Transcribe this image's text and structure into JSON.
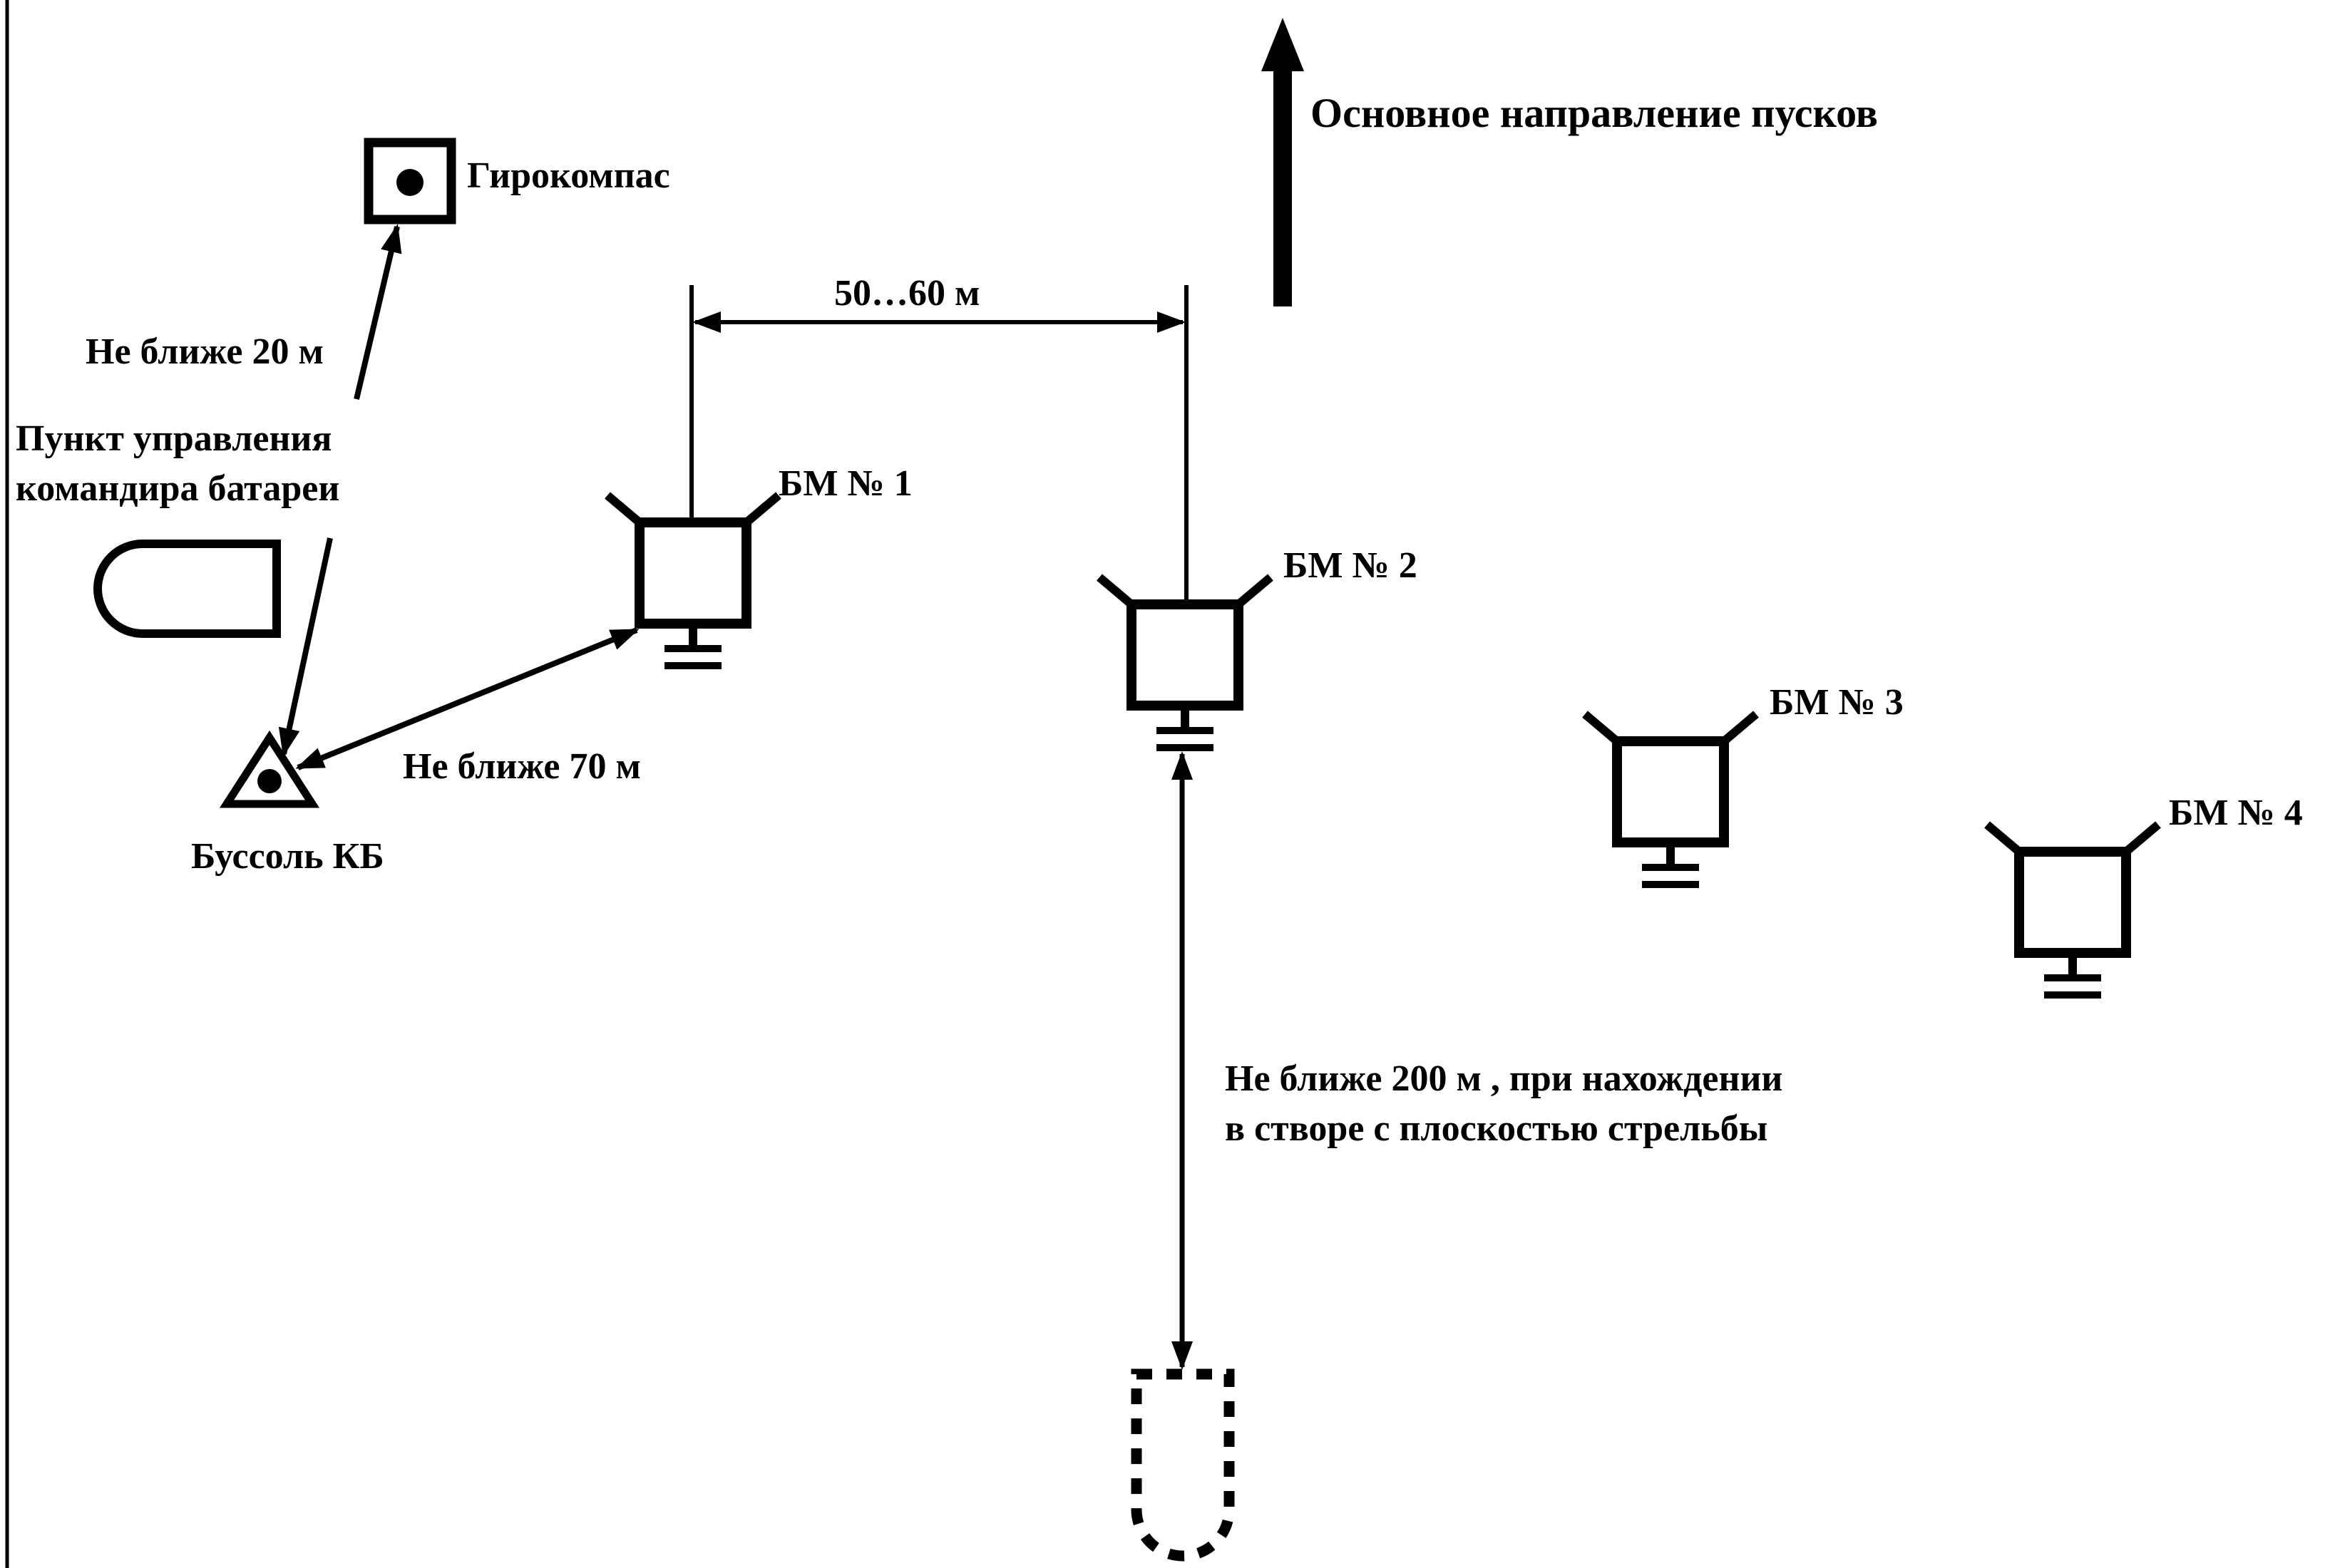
{
  "colors": {
    "ink": "#000000",
    "paper": "#ffffff"
  },
  "labels": {
    "main_direction": "Основное направление пусков",
    "gyrocompass": "Гирокомпас",
    "distance_50_60": "50…60 м",
    "not_closer_20": "Не ближе 20 м",
    "command_post_line1": "Пункт управления",
    "command_post_line2": "командира батареи",
    "not_closer_70": "Не ближе 70 м",
    "compass_kb": "Буссоль КБ",
    "not_closer_200_line1": "Не ближе 200 м , при нахождении",
    "not_closer_200_line2": "в створе с плоскостью стрельбы"
  },
  "launchers": [
    {
      "label": "БМ № 1"
    },
    {
      "label": "БМ № 2"
    },
    {
      "label": "БМ № 3"
    },
    {
      "label": "БМ № 4"
    }
  ],
  "icons": {
    "gyrocompass": "square-with-dot-icon",
    "compass": "triangle-with-dot-icon",
    "command_post_vehicle": "rounded-vehicle-icon",
    "launcher": "launcher-vehicle-icon",
    "transport_vehicle": "dashed-vehicle-icon",
    "direction": "arrow-up-icon"
  }
}
